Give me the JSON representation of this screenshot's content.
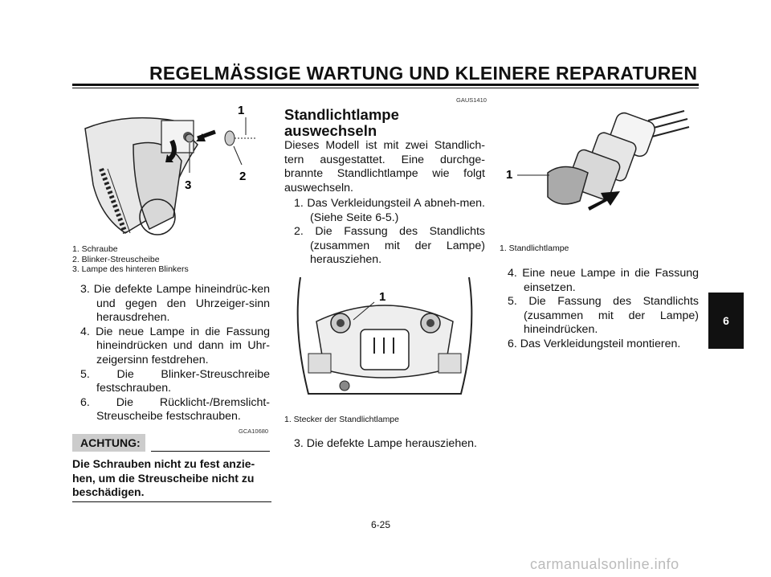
{
  "header": {
    "title": "REGELMÄSSIGE WARTUNG UND KLEINERE REPARATUREN"
  },
  "left": {
    "figure": {
      "callouts": [
        "1",
        "2",
        "3"
      ]
    },
    "captions": [
      "1. Schraube",
      "2. Blinker-Streuscheibe",
      "3. Lampe des hinteren Blinkers"
    ],
    "steps": [
      "3. Die defekte Lampe hineindrüc-ken und gegen den Uhrzeiger-sinn herausdrehen.",
      "4. Die neue Lampe in die Fassung hineindrücken und dann im Uhr-zeigersinn festdrehen.",
      "5. Die Blinker-Streuschreibe festschrauben.",
      "6. Die Rücklicht-/Bremslicht-Streuscheibe festschrauben."
    ],
    "code": "GCA10680",
    "achtung_label": "ACHTUNG:",
    "warning": "Die Schrauben nicht zu fest anzie-hen, um die Streuscheibe nicht zu beschädigen."
  },
  "middle": {
    "code": "GAUS1410",
    "heading_line1": "Standlichtlampe",
    "heading_line2": "auswechseln",
    "intro": "Dieses Modell ist mit zwei Standlich-tern ausgestattet. Eine durchge-brannte Standlichtlampe wie folgt auswechseln.",
    "steps": [
      "1. Das Verkleidungsteil A abneh-men. (Siehe Seite 6-5.)",
      "2. Die Fassung des Standlichts (zusammen mit der Lampe) herausziehen."
    ],
    "figure": {
      "callouts": [
        "1"
      ]
    },
    "caption": "1. Stecker der Standlichtlampe",
    "step3": "3. Die defekte Lampe herausziehen."
  },
  "right": {
    "figure": {
      "callouts": [
        "1"
      ]
    },
    "caption": "1. Standlichtlampe",
    "steps": [
      "4. Eine neue Lampe in die Fassung einsetzen.",
      "5. Die Fassung des Standlichts (zusammen mit der Lampe) hineindrücken.",
      "6. Das Verkleidungsteil montieren."
    ]
  },
  "chapter_tab": "6",
  "page_number": "6-25",
  "watermark": "carmanualsonline.info"
}
